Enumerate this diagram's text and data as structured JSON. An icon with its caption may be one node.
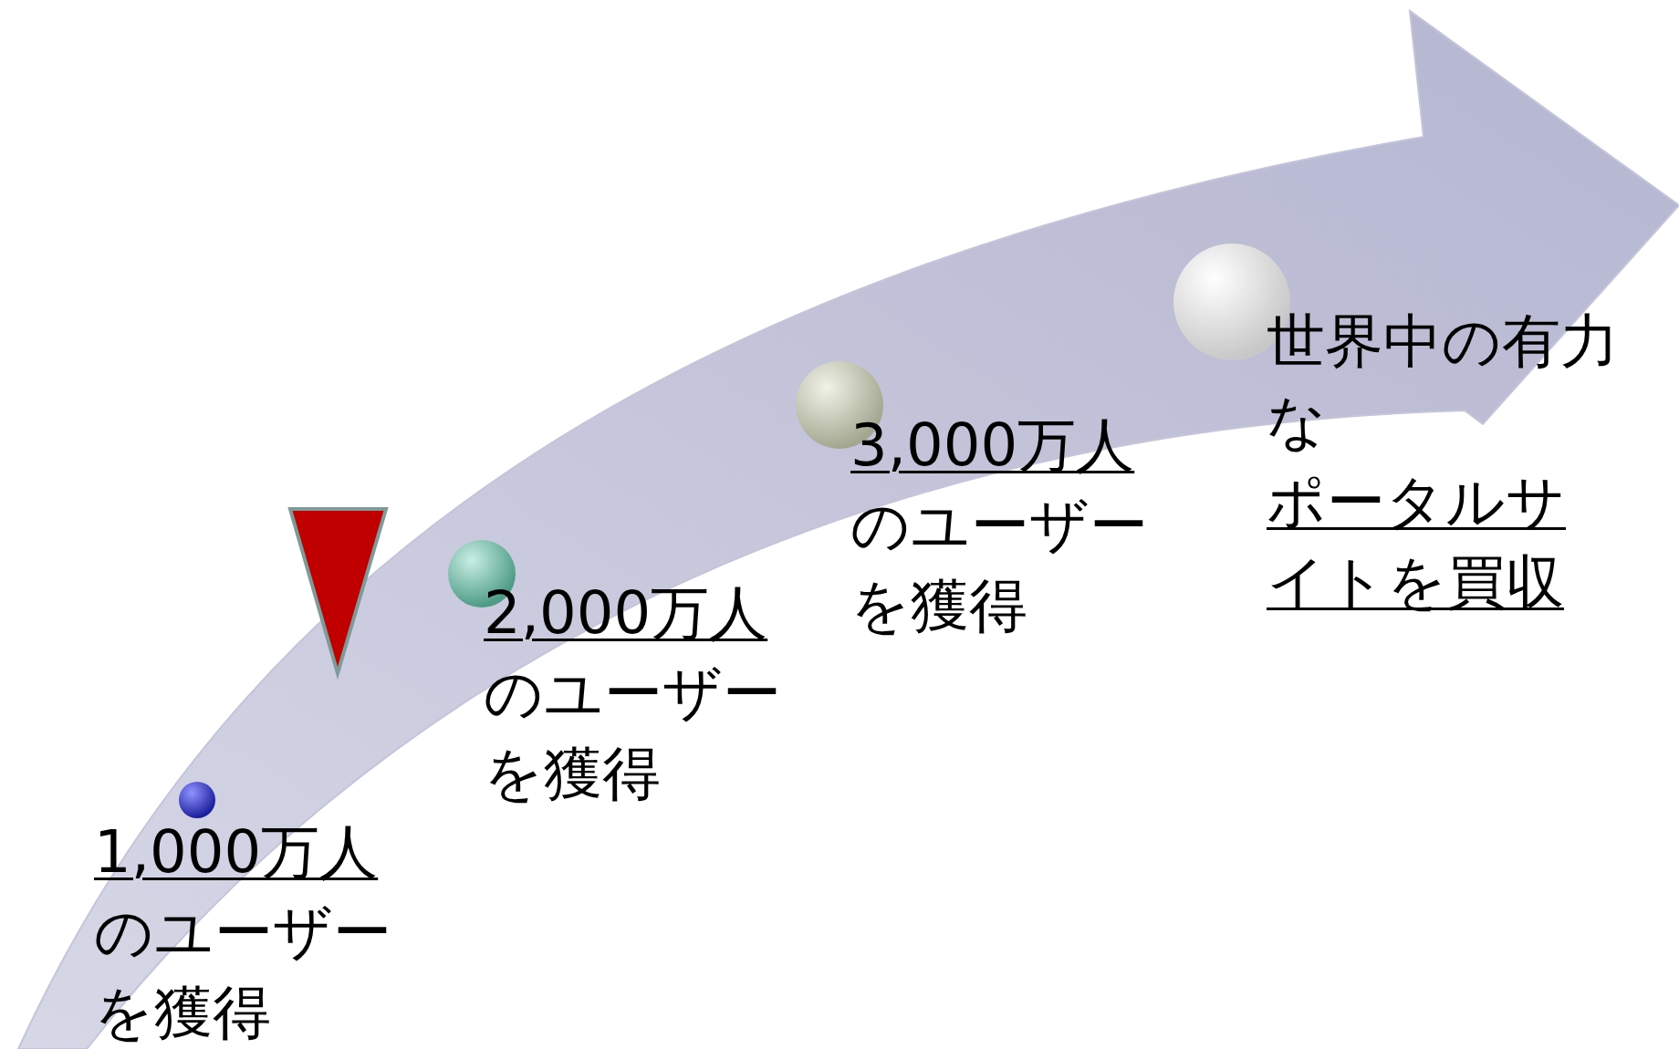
{
  "diagram": {
    "labels": [
      "1,000万人",
      "のユーザーを獲得",
      "2,000万人",
      "のユーザーを獲得",
      "3,000万人",
      "のユーザーを獲得",
      "世界中の有力な",
      "ポータルサイトを買収"
    ]
  }
}
